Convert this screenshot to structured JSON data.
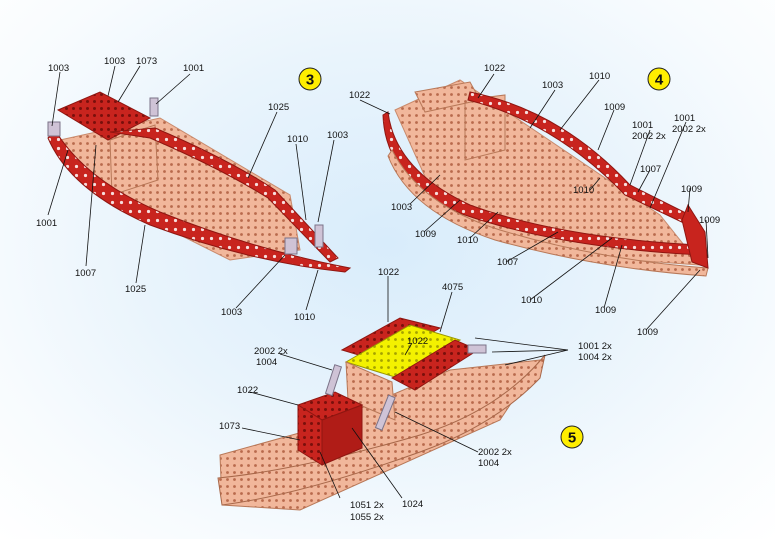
{
  "colors": {
    "red": "#c8241e",
    "red_dark": "#8f1611",
    "plate": "#f1b79b",
    "plate_dark": "#d2886a",
    "yellow": "#f3f100",
    "bracket": "#cfc3d6",
    "bolt": "#595a5c",
    "step_badge": "#ffee00"
  },
  "steps": [
    {
      "number": "3",
      "labels": [
        {
          "id": "s3-1003-a",
          "text": "1003"
        },
        {
          "id": "s3-1003-b",
          "text": "1003"
        },
        {
          "id": "s3-1073",
          "text": "1073"
        },
        {
          "id": "s3-1001-a",
          "text": "1001"
        },
        {
          "id": "s3-1025-a",
          "text": "1025"
        },
        {
          "id": "s3-1010-a",
          "text": "1010"
        },
        {
          "id": "s3-1003-c",
          "text": "1003"
        },
        {
          "id": "s3-1001-b",
          "text": "1001"
        },
        {
          "id": "s3-1007",
          "text": "1007"
        },
        {
          "id": "s3-1025-b",
          "text": "1025"
        },
        {
          "id": "s3-1003-d",
          "text": "1003"
        },
        {
          "id": "s3-1010-b",
          "text": "1010"
        }
      ]
    },
    {
      "number": "4",
      "labels": [
        {
          "id": "s4-1022",
          "text": "1022"
        },
        {
          "id": "s4-1022-b",
          "text": "1022"
        },
        {
          "id": "s4-1010-a",
          "text": "1010"
        },
        {
          "id": "s4-1003-a",
          "text": "1003"
        },
        {
          "id": "s4-1009-a",
          "text": "1009"
        },
        {
          "id": "s4-1001-a",
          "text": "1001"
        },
        {
          "id": "s4-2002-a",
          "text": "2002 2x"
        },
        {
          "id": "s4-1001-b",
          "text": "1001"
        },
        {
          "id": "s4-2002-b",
          "text": "2002 2x"
        },
        {
          "id": "s4-1007",
          "text": "1007"
        },
        {
          "id": "s4-1010-b",
          "text": "1010"
        },
        {
          "id": "s4-1009-b",
          "text": "1009"
        },
        {
          "id": "s4-1003-b",
          "text": "1003"
        },
        {
          "id": "s4-1009-c",
          "text": "1009"
        },
        {
          "id": "s4-1009-d",
          "text": "1009"
        },
        {
          "id": "s4-1010-c",
          "text": "1010"
        },
        {
          "id": "s4-1007-b",
          "text": "1007"
        },
        {
          "id": "s4-1010-d",
          "text": "1010"
        },
        {
          "id": "s4-1009-e",
          "text": "1009"
        },
        {
          "id": "s4-1009-f",
          "text": "1009"
        }
      ]
    },
    {
      "number": "5",
      "labels": [
        {
          "id": "s5-1022-a",
          "text": "1022"
        },
        {
          "id": "s5-4075",
          "text": "4075"
        },
        {
          "id": "s5-2002-a",
          "text": "2002 2x"
        },
        {
          "id": "s5-1004-a",
          "text": "1004"
        },
        {
          "id": "s5-1022-b",
          "text": "1022"
        },
        {
          "id": "s5-1001",
          "text": "1001 2x"
        },
        {
          "id": "s5-1004-b",
          "text": "1004 2x"
        },
        {
          "id": "s5-1022-c",
          "text": "1022"
        },
        {
          "id": "s5-1073",
          "text": "1073"
        },
        {
          "id": "s5-2002-b",
          "text": "2002 2x"
        },
        {
          "id": "s5-1004-c",
          "text": "1004"
        },
        {
          "id": "s5-1051",
          "text": "1051 2x"
        },
        {
          "id": "s5-1055",
          "text": "1055 2x"
        },
        {
          "id": "s5-1024",
          "text": "1024"
        }
      ]
    }
  ]
}
